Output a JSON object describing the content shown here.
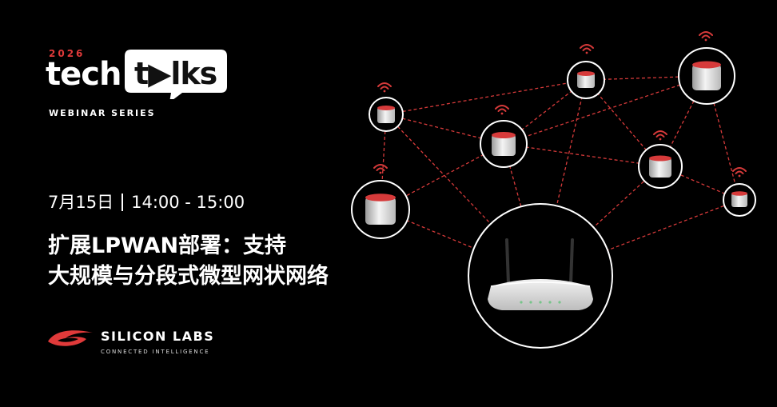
{
  "branding": {
    "year": "2026",
    "tech": "tech",
    "talks": "t▶lks",
    "series": "WEBINAR SERIES"
  },
  "event": {
    "date": "7月15日",
    "time": "14:00 - 15:00"
  },
  "title": {
    "line1": "扩展LPWAN部署：支持",
    "line2": "大规模与分段式微型网状网络"
  },
  "company": {
    "name": "SILICON LABS",
    "tagline": "CONNECTED INTELLIGENCE"
  },
  "colors": {
    "background": "#000000",
    "accent": "#e03a3a",
    "text": "#ffffff"
  },
  "icons": [
    "wifi-signal-icon",
    "mesh-node-icon",
    "gateway-router-icon"
  ]
}
